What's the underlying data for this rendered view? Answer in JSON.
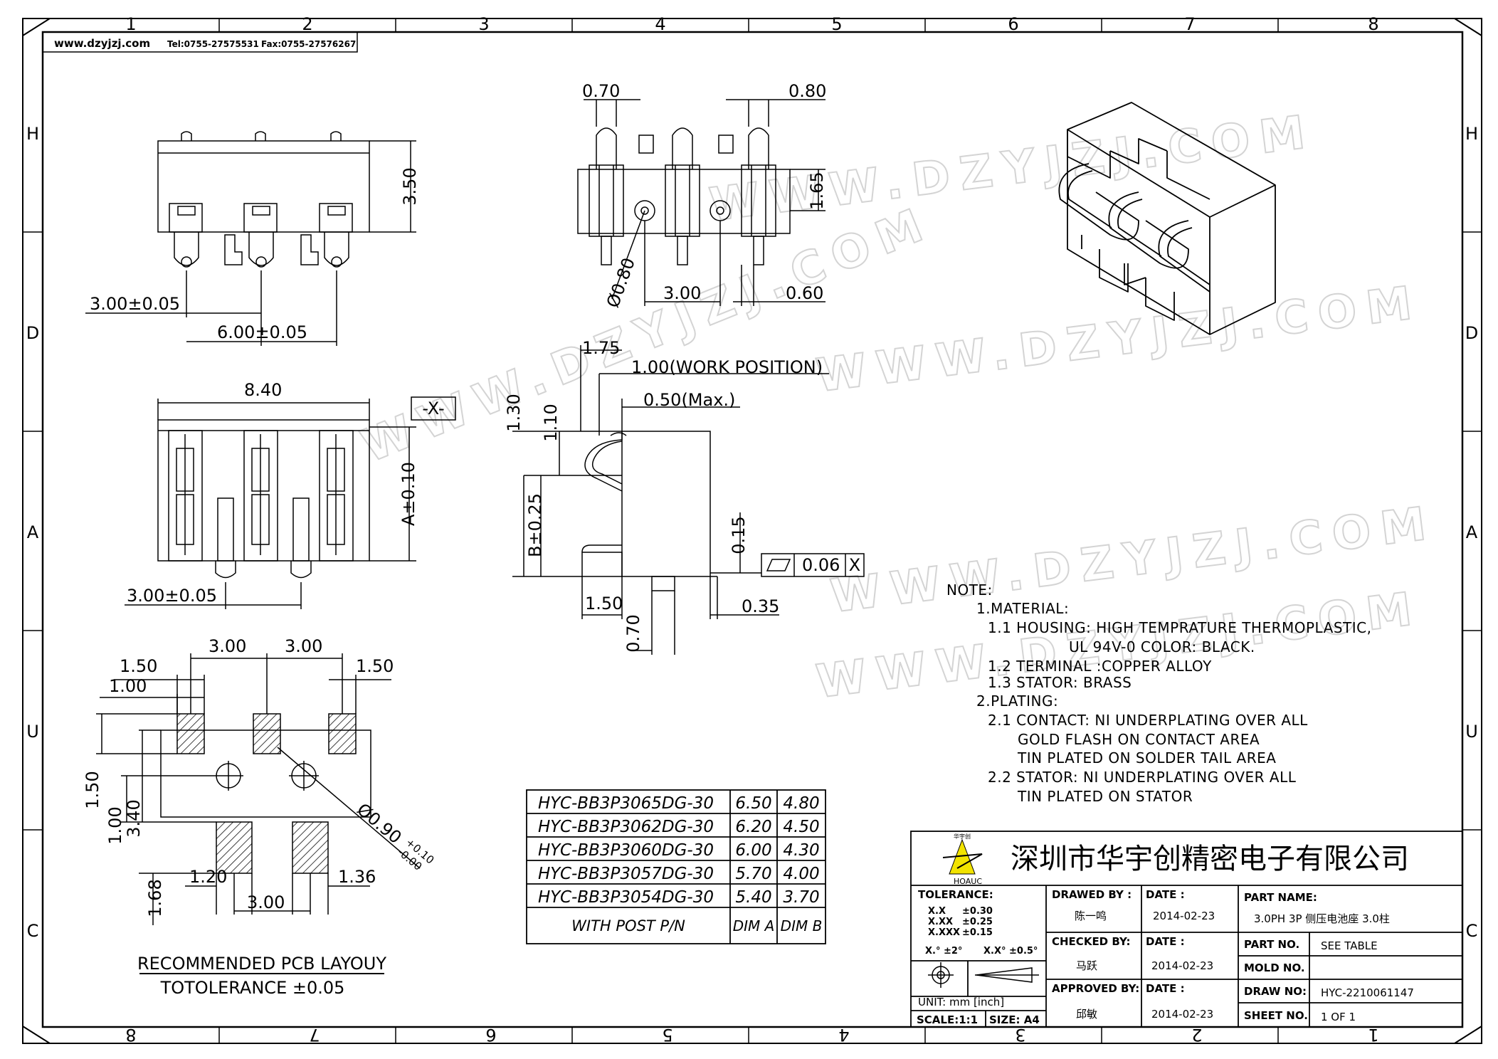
{
  "header": {
    "website": "www.dzyjzj.com",
    "tel": "Tel:0755-27575531",
    "fax": "Fax:0755-27576267"
  },
  "zones": {
    "top": [
      "1",
      "2",
      "3",
      "4",
      "5",
      "6",
      "7",
      "8"
    ],
    "bottom": [
      "8",
      "7",
      "6",
      "5",
      "4",
      "3",
      "2",
      "1"
    ],
    "left": [
      "H",
      "D",
      "A",
      "U",
      "C"
    ],
    "right": [
      "H",
      "D",
      "A",
      "U",
      "C"
    ]
  },
  "watermark": "WWW.DZYJZJ.COM",
  "front_view": {
    "height": "3.50",
    "pitch": "3.00±0.05",
    "span": "6.00±0.05"
  },
  "bottom_view": {
    "left_pin": "0.70",
    "right_pin": "0.80",
    "height": "1.65",
    "post_dia": "Ø0.80",
    "pitch": "3.00",
    "gap": "0.60"
  },
  "top_view": {
    "width": "8.40",
    "datum": "-X-",
    "height": "A±0.10",
    "pitch": "3.00±0.05"
  },
  "side_view": {
    "top_offset": "1.75",
    "work_position": "1.00(WORK POSITION)",
    "max_label": "0.50(Max.)",
    "h1": "1.30",
    "h2": "1.10",
    "dim_b": "B±0.25",
    "h3": "0.15",
    "base": "1.50",
    "post": "0.70",
    "tail": "0.35",
    "flatness_value": "0.06",
    "flatness_datum": "X"
  },
  "pcb_layout": {
    "pitch_left": "3.00",
    "pitch_right": "3.00",
    "pad_left": "1.50",
    "pad_right": "1.50",
    "pad_w": "1.00",
    "v1": "1.50",
    "v2": "1.00",
    "v3": "3.40",
    "hole_dia": "Ø0.90",
    "hole_tol_plus": "+0.10",
    "hole_tol_minus": "-0.00",
    "w1": "1.20",
    "w2": "1.36",
    "v4": "1.68",
    "pitch_bottom": "3.00",
    "title": "RECOMMENDED PCB LAYOUY",
    "tolerance": "TOTOLERANCE ±0.05"
  },
  "part_table": {
    "rows": [
      {
        "pn": "HYC-BB3P3065DG-30",
        "a": "6.50",
        "b": "4.80"
      },
      {
        "pn": "HYC-BB3P3062DG-30",
        "a": "6.20",
        "b": "4.50"
      },
      {
        "pn": "HYC-BB3P3060DG-30",
        "a": "6.00",
        "b": "4.30"
      },
      {
        "pn": "HYC-BB3P3057DG-30",
        "a": "5.70",
        "b": "4.00"
      },
      {
        "pn": "HYC-BB3P3054DG-30",
        "a": "5.40",
        "b": "3.70"
      }
    ],
    "footer": {
      "pn": "WITH POST P/N",
      "a": "DIM A",
      "b": "DIM B"
    }
  },
  "notes": [
    "NOTE:",
    "1.MATERIAL:",
    "1.1  HOUSING:  HIGH  TEMPRATURE  THERMOPLASTIC,",
    "UL  94V-0  COLOR:  BLACK.",
    "1.2  TERMINAL  :COPPER  ALLOY",
    "1.3  STATOR:  BRASS",
    "2.PLATING:",
    "2.1  CONTACT:  NI  UNDERPLATING  OVER  ALL",
    "GOLD  FLASH  ON  CONTACT  AREA",
    "TIN  PLATED  ON  SOLDER  TAIL  AREA",
    "2.2  STATOR:  NI  UNDERPLATING  OVER  ALL",
    "TIN  PLATED  ON  STATOR"
  ],
  "title_block": {
    "company": "深圳市华宇创精密电子有限公司",
    "logo_text": "HOAUC",
    "logo_top": "华宇创",
    "tolerance_label": "TOLERANCE:",
    "tol_rows": [
      {
        "k": "X.X",
        "v": "±0.30"
      },
      {
        "k": "X.XX",
        "v": "±0.25"
      },
      {
        "k": "X.XXX",
        "v": "±0.15"
      }
    ],
    "angle_1": "X.°  ±2°",
    "angle_2": "X.X°  ±0.5°",
    "unit": "UNIT:  mm  [inch]",
    "scale": "SCALE:1:1",
    "size": "SIZE: A4",
    "drawn_by_label": "DRAWED BY :",
    "drawn_by": "陈一鸣",
    "checked_by_label": "CHECKED BY:",
    "checked_by": "马跃",
    "approved_by_label": "APPROVED BY:",
    "approved_by": "邱敏",
    "date_label": "DATE :",
    "date1": "2014-02-23",
    "date2": "2014-02-23",
    "date3": "2014-02-23",
    "part_name_label": "PART NAME:",
    "part_name": "3.0PH 3P 侧压电池座 3.0柱",
    "part_no_label": "PART NO.",
    "part_no": "SEE TABLE",
    "mold_no_label": "MOLD NO.",
    "mold_no": "",
    "draw_no_label": "DRAW NO:",
    "draw_no": "HYC-2210061147",
    "sheet_no_label": "SHEET NO.",
    "sheet_no": "1 OF 1"
  }
}
